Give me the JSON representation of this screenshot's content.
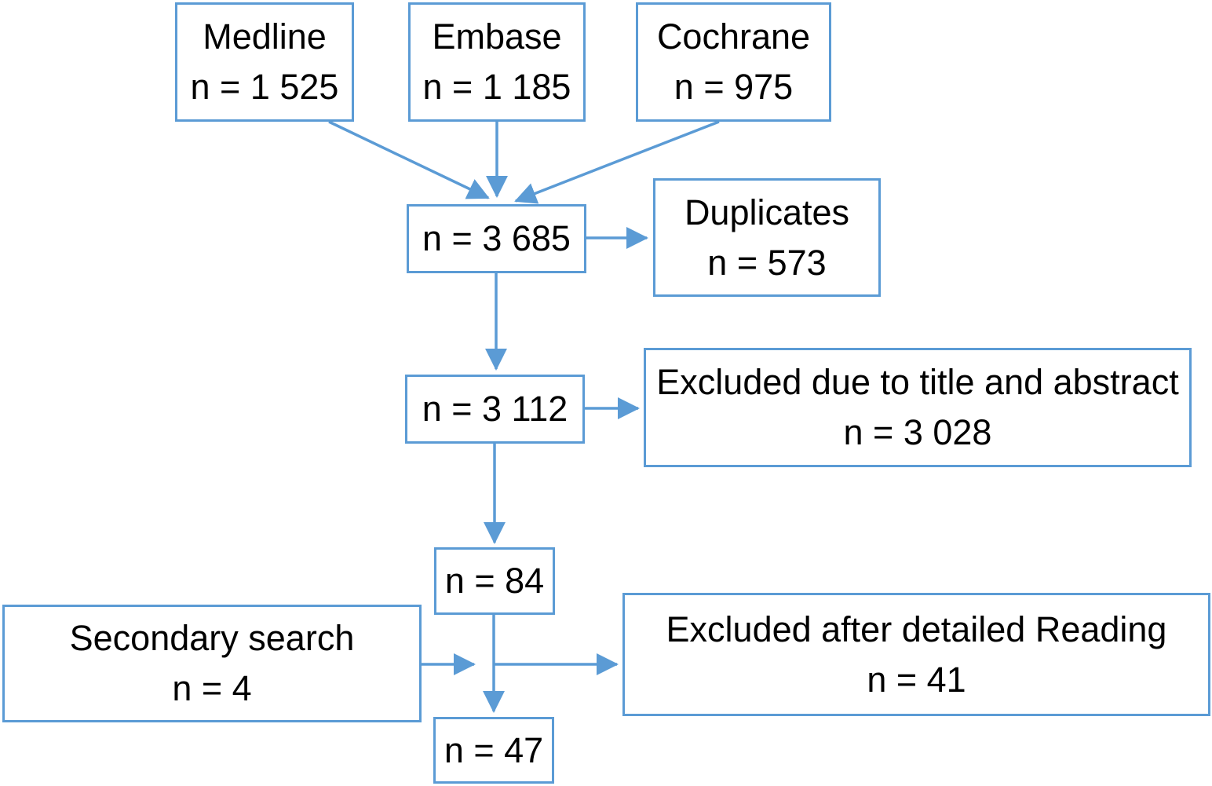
{
  "diagram": {
    "type": "flowchart",
    "description": "Study selection flow diagram (literature screening)",
    "colors": {
      "accent": "#5B9BD5",
      "text": "#000000",
      "background": "#FFFFFF"
    },
    "boxes": {
      "medline": {
        "label": "Medline",
        "count": "n = 1 525"
      },
      "embase": {
        "label": "Embase",
        "count": "n = 1 185"
      },
      "cochrane": {
        "label": "Cochrane",
        "count": "n = 975"
      },
      "pooled": {
        "count": "n = 3 685"
      },
      "duplicates": {
        "label": "Duplicates",
        "count": "n = 573"
      },
      "after_duplicates": {
        "count": "n = 3 112"
      },
      "excluded_title_abstract": {
        "label": "Excluded due to title and abstract",
        "count": "n = 3 028"
      },
      "detailed_reading": {
        "count": "n = 84"
      },
      "secondary_search": {
        "label": "Secondary search",
        "count": "n = 4"
      },
      "excluded_detailed_reading": {
        "label": "Excluded after detailed Reading",
        "count": "n = 41"
      },
      "included": {
        "count": "n = 47"
      }
    },
    "edges": [
      {
        "from": "medline",
        "to": "pooled"
      },
      {
        "from": "embase",
        "to": "pooled"
      },
      {
        "from": "cochrane",
        "to": "pooled"
      },
      {
        "from": "pooled",
        "to": "duplicates"
      },
      {
        "from": "pooled",
        "to": "after_duplicates"
      },
      {
        "from": "after_duplicates",
        "to": "excluded_title_abstract"
      },
      {
        "from": "after_duplicates",
        "to": "detailed_reading"
      },
      {
        "from": "detailed_reading",
        "to": "included"
      },
      {
        "from": "secondary_search",
        "to": "included"
      },
      {
        "from": "detailed_reading",
        "to": "excluded_detailed_reading"
      }
    ]
  }
}
